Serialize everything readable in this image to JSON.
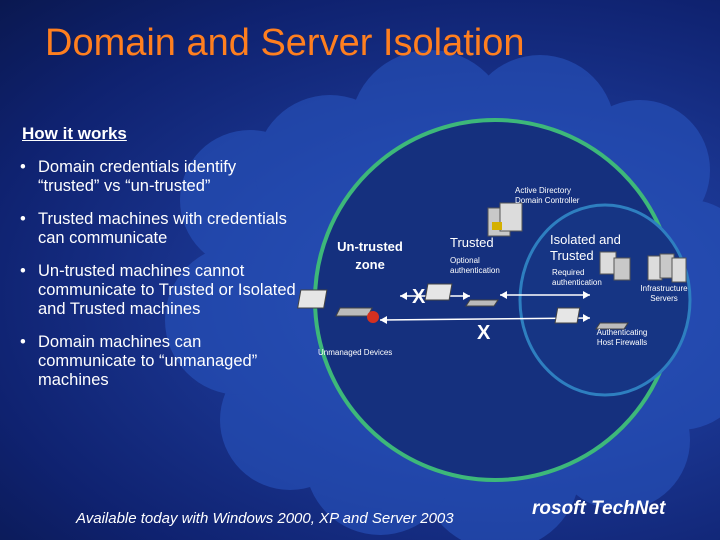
{
  "title": "Domain and Server Isolation",
  "subtitle": "How it works",
  "bullets": [
    "Domain credentials identify “trusted” vs “un-trusted”",
    "Trusted machines with credentials can communicate",
    "Un-trusted machines cannot communicate to Trusted or Isolated and Trusted machines",
    "Domain machines can communicate to “unmanaged” machines"
  ],
  "diagram": {
    "ad_label": "Active Directory Domain Controller",
    "untrusted_zone": "Un-trusted zone",
    "trusted": "Trusted",
    "optional_auth": "Optional authentication",
    "isolated": "Isolated and Trusted",
    "required_auth": "Required authentication",
    "infra": "Infrastructure Servers",
    "auth_fw": "Authenticating Host Firewalls",
    "unmanaged": "Unmanaged Devices",
    "x1": "X",
    "x2": "X"
  },
  "footer": "Available today with Windows 2000, XP and Server 2003",
  "brand": "rosoft TechNet",
  "colors": {
    "title": "#ff7f1f",
    "background": "#1a3590",
    "ring": "#3db87a"
  }
}
